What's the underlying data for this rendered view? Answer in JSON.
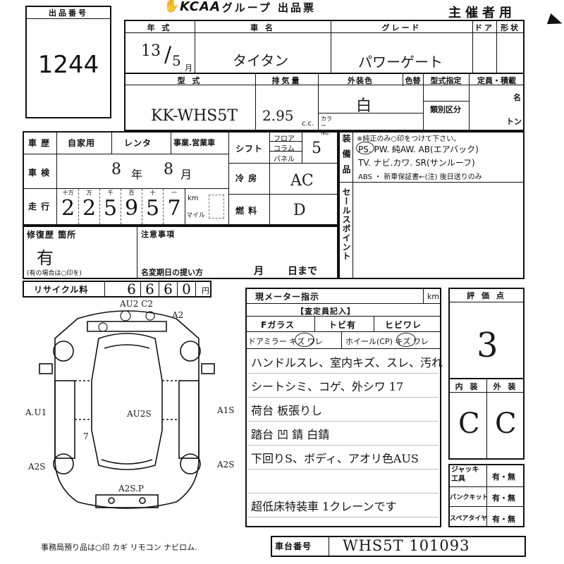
{
  "header": {
    "logo": "KCAA",
    "title": ".グループ 出品票",
    "organizer": "主催者用",
    "lot_label": "出品番号",
    "lot_number": "1244"
  },
  "vehicle": {
    "year_label": "年 式",
    "year": "13",
    "month": "5",
    "month_unit": "月",
    "name_label": "車 名",
    "name": "タイタン",
    "grade_label": "グレード",
    "grade": "パワーゲート",
    "doors_label": "ドア",
    "shape_label": "形状",
    "model_label": "型 式",
    "model": "KK-WHS5T",
    "displacement_label": "排気量",
    "displacement": "2.95",
    "displacement_unit": "c.c.",
    "exterior_color_label": "外装色",
    "exterior_color": "白",
    "color_change_label": "色替",
    "model_spec_label": "型式指定",
    "class_label": "類別区分",
    "capacity_label": "定員・積載",
    "capacity_unit_people": "名",
    "capacity_unit_ton": "トン",
    "color_no_label": "カラー No."
  },
  "history": {
    "label": "車 歴",
    "options": [
      "自家用",
      "レンタ",
      "事業.営業車"
    ],
    "inspection_label": "車 検",
    "inspection_year": "8",
    "inspection_year_unit": "年",
    "inspection_month": "8",
    "inspection_month_unit": "月",
    "mileage_label": "走 行",
    "mileage_digit_labels": [
      "十万",
      "万",
      "千",
      "百",
      "十",
      "一"
    ],
    "mileage_digits": [
      "2",
      "2",
      "5",
      "9",
      "5",
      "7"
    ],
    "mileage_unit_km": "km",
    "mileage_unit_mile": "マイル",
    "shift_label": "シフト",
    "shift_options": [
      "フロア",
      "コラム",
      "パネル"
    ],
    "shift_value": "5",
    "ac_label": "冷 房",
    "ac_value": "AC",
    "fuel_label": "燃 料",
    "fuel_value": "D"
  },
  "equipment": {
    "label": "装備品",
    "note": "※純正のみ○印をつけて下さい。",
    "line1": "PS. PW. 純AW. AB(エアバック)",
    "line2": "TV. ナビ.カワ. SR(サンルーフ)",
    "line3": "ABS ・ 新車保証書←(注) 後日送りのみ",
    "sales_point_label": "セールスポイント"
  },
  "repair": {
    "label": "修復歴 箇所",
    "value": "有",
    "note": "(有の場合は○印を)",
    "notes_label": "注意事項",
    "deadline_label": "名変期日の提い方",
    "deadline_month": "月",
    "deadline_day": "日まで"
  },
  "recycle": {
    "label": "リサイクル料",
    "digits": [
      "6",
      "6",
      "6",
      "0"
    ],
    "unit": "円"
  },
  "inspector": {
    "meter_label": "現メーター指示",
    "meter_unit": "km",
    "section_label": "【査定員記入】",
    "glass_f": "Fガラス",
    "glass_tobi": "トビ有",
    "glass_hibi": "ヒビワレ",
    "door_mirror": "ドアミラー キズ ワレ",
    "wheel": "ホイール(CP) キズ ワレ",
    "notes": [
      "ハンドルスレ、室内キズ、スレ、汚れ",
      "シートシミ、コゲ、外シワ 17",
      "荷台 板張りし",
      "踏台 凹 錆 白錆",
      "下回りS、ボディ、アオリ色AUS",
      "",
      "超低床特装車 1クレーンです"
    ]
  },
  "rating": {
    "label": "評 価 点",
    "score": "3",
    "interior_label": "内 装",
    "exterior_label": "外 装",
    "interior": "C",
    "exterior": "C"
  },
  "tools": {
    "jack_label": "ジャッキ工具",
    "puncture_label": "パンクキット",
    "spare_label": "スペアタイヤ",
    "option": "有・無"
  },
  "damage_marks": [
    "AU2 C2",
    "A2",
    "A.U1",
    "AU2S",
    "A1S",
    "A2S",
    "A2S",
    "A2S.P",
    "7"
  ],
  "footer": {
    "office_note": "事務局預り品は○印 カギ リモコン ナビロム.",
    "chassis_label": "車台番号",
    "chassis": "WHS5T 101093"
  }
}
